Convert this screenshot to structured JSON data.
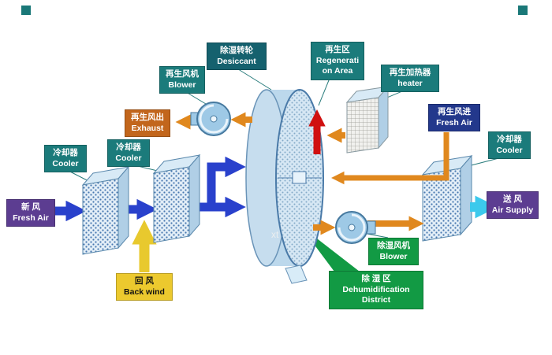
{
  "watermark": "xt",
  "labels": {
    "desiccant": {
      "line1": "除湿转轮",
      "line2": "Desiccant"
    },
    "regen_area": {
      "line1": "再生区",
      "line2": "Regenerati",
      "line3": "on Area"
    },
    "regen_blower": {
      "line1": "再生风机",
      "line2": "Blower"
    },
    "regen_heater": {
      "line1": "再生加热器",
      "line2": "heater"
    },
    "exhaust": {
      "line1": "再生风出",
      "line2": "Exhaust"
    },
    "regen_fresh_air": {
      "line1": "再生风进",
      "line2": "Fresh Air"
    },
    "cooler_left_1": {
      "line1": "冷却器",
      "line2": "Cooler"
    },
    "cooler_left_2": {
      "line1": "冷却器",
      "line2": "Cooler"
    },
    "cooler_right": {
      "line1": "冷却器",
      "line2": "Cooler"
    },
    "fresh_air": {
      "line1": "新 风",
      "line2": "Fresh Air"
    },
    "air_supply": {
      "line1": "送 风",
      "line2": "Air Supply"
    },
    "back_wind": {
      "line1": "回 风",
      "line2": "Back wind"
    },
    "dehumid_blower": {
      "line1": "除湿风机",
      "line2": "Blower"
    },
    "dehumid_district": {
      "line1": "除 湿 区",
      "line2": "Dehumidification",
      "line3": "District"
    }
  },
  "colors": {
    "teal_box": "#1b7b7b",
    "teal_dark_box": "#15616e",
    "orange_box": "#c2661c",
    "navy_box": "#23388c",
    "purple_box": "#5c3d91",
    "yellow_box": "#ecc92e",
    "green_box": "#129a44",
    "arrow_blue": "#2941cc",
    "arrow_yellow": "#e8c92e",
    "arrow_orange": "#e0881e",
    "arrow_red": "#d01010",
    "arrow_cyan": "#3cc9ec"
  }
}
